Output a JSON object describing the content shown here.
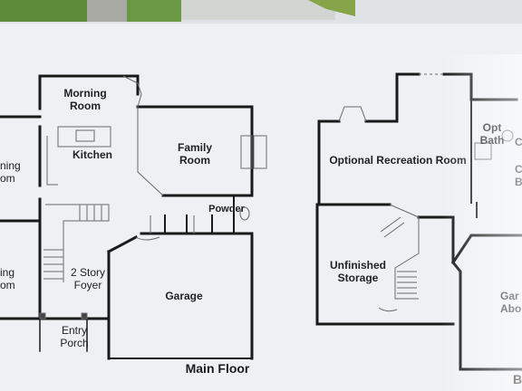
{
  "main_floor": {
    "title": "Main Floor",
    "rooms": {
      "morning_room_1": "Morning",
      "morning_room_2": "Room",
      "kitchen": "Kitchen",
      "family_room_1": "Family",
      "family_room_2": "Room",
      "powder": "Powder",
      "foyer_1": "2 Story",
      "foyer_2": "Foyer",
      "garage": "Garage",
      "entry_1": "Entry",
      "entry_2": "Porch",
      "dining_1": "ning",
      "dining_2": "om",
      "living_1": "ing",
      "living_2": "om"
    }
  },
  "upper_floor": {
    "rooms": {
      "recreation": "Optional Recreation Room",
      "opt_bath_1": "Opt",
      "opt_bath_2": "Bath",
      "storage_1": "Unfinished",
      "storage_2": "Storage",
      "garage_above_1": "Gar",
      "garage_above_2": "Abo",
      "edge_c1": "C",
      "edge_c2": "C",
      "edge_b": "B",
      "edge_bottom": "B"
    }
  },
  "colors": {
    "wall": "#1a1a1a",
    "thin_wall": "#6a6a6a",
    "paper": "#eef0f4",
    "lawn": "#5d8b3a"
  }
}
